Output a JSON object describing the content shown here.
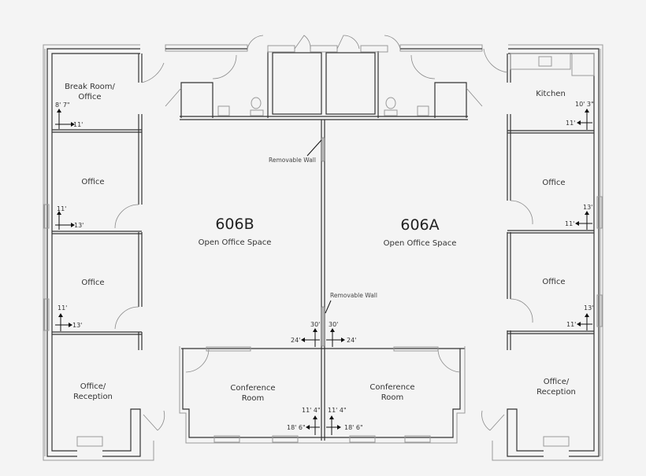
{
  "suites": [
    {
      "id": "606B",
      "name": "606B",
      "desc": "Open Office Space"
    },
    {
      "id": "606A",
      "name": "606A",
      "desc": "Open Office Space"
    }
  ],
  "rooms": {
    "left": [
      {
        "line1": "Break Room/",
        "line2": "Office",
        "dim_v": "8' 7\"",
        "dim_h": "11'"
      },
      {
        "line1": "Office",
        "dim_v": "11'",
        "dim_h": "13'"
      },
      {
        "line1": "Office",
        "dim_v": "11'",
        "dim_h": "13'"
      },
      {
        "line1": "Office/",
        "line2": "Reception"
      }
    ],
    "right": [
      {
        "line1": "Kitchen",
        "dim_v": "10' 3\"",
        "dim_h": "11'"
      },
      {
        "line1": "Office",
        "dim_v": "13'",
        "dim_h": "11'"
      },
      {
        "line1": "Office",
        "dim_v": "13'",
        "dim_h": "11'"
      },
      {
        "line1": "Office/",
        "line2": "Reception"
      }
    ],
    "conference": [
      {
        "line1": "Conference",
        "line2": "Room",
        "dim_v": "11' 4\"",
        "dim_h": "18' 6\""
      },
      {
        "line1": "Conference",
        "line2": "Room",
        "dim_v": "11' 4\"",
        "dim_h": "18' 6\""
      }
    ]
  },
  "annotations": {
    "removable_wall_top": "Removable Wall",
    "removable_wall_bottom": "Removable Wall",
    "open_left_v": "30'",
    "open_left_h": "24'",
    "open_right_v": "30'",
    "open_right_h": "24'"
  },
  "colors": {
    "background": "#f4f4f4",
    "wall": "#333333",
    "wall_light": "#9a9a9a",
    "text": "#333333"
  }
}
